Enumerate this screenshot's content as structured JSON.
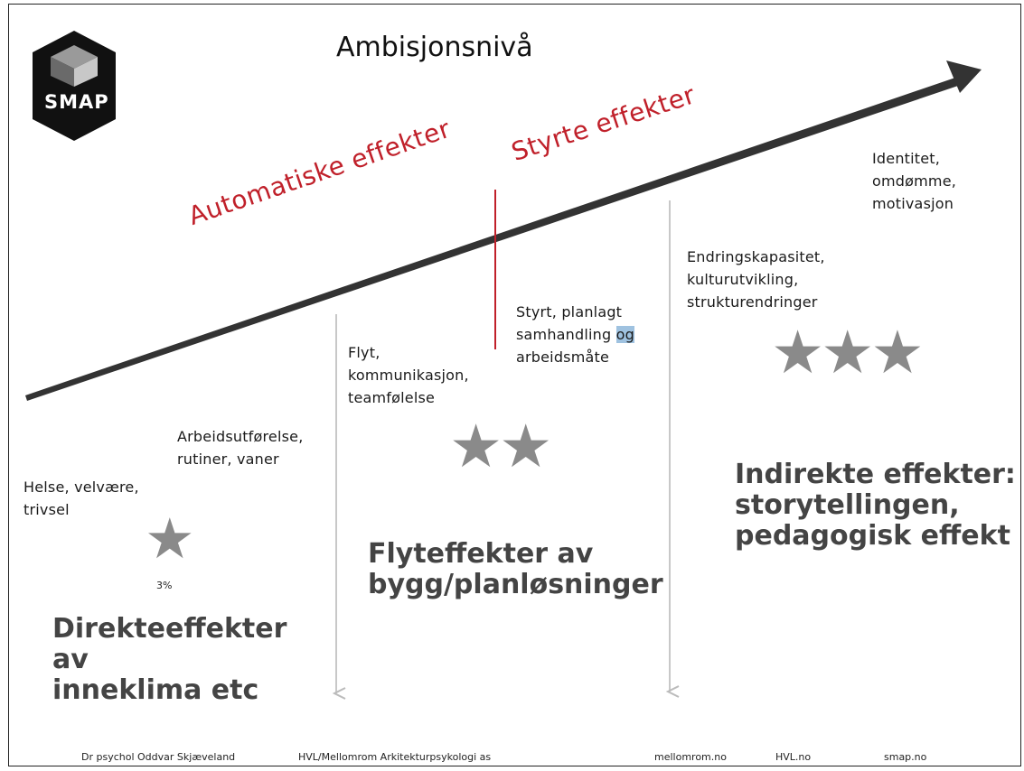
{
  "title": "Ambisjonsnivå",
  "logo_text": "SMAP",
  "arrow_labels": {
    "automatic": "Automatiske effekter",
    "controlled": "Styrte effekter"
  },
  "levels": {
    "health": {
      "line1": "Helse, velvære,",
      "line2": "trivsel"
    },
    "work": {
      "line1": "Arbeidsutførelse,",
      "line2": "rutiner, vaner"
    },
    "flow": {
      "line1": "Flyt,",
      "line2": "kommunikasjon,",
      "line3": "teamfølelse"
    },
    "controlled": {
      "line1": "Styrt, planlagt",
      "line2a": "samhandling ",
      "line2b": "og",
      "line3": "arbeidsmåte"
    },
    "change": {
      "line1": "Endringskapasitet,",
      "line2": "kulturutvikling,",
      "line3": "strukturendringer"
    },
    "identity": {
      "line1": "Identitet,",
      "line2": "omdømme,",
      "line3": "motivasjon"
    }
  },
  "stars": {
    "one": "★",
    "two": "★★",
    "three": "★★★"
  },
  "percent": "3%",
  "effects": {
    "direct": {
      "line1": "Direkteeffekter",
      "line2": "av",
      "line3": "inneklima etc"
    },
    "flow": {
      "line1": "Flyteffekter av",
      "line2": "bygg/planløsninger"
    },
    "indirect": {
      "line1": "Indirekte effekter:",
      "line2": "storytellingen,",
      "line3": "pedagogisk effekt"
    }
  },
  "footer": {
    "author": "Dr psychol Oddvar Skjæveland",
    "org": "HVL/Mellomrom Arkitekturpsykologi as",
    "site1": "mellomrom.no",
    "site2": "HVL.no",
    "site3": "smap.no"
  },
  "colors": {
    "accent_red": "#c0202a",
    "star_gray": "#8a8a8a",
    "heading_gray": "#444444",
    "highlight": "#9fc2e0"
  }
}
